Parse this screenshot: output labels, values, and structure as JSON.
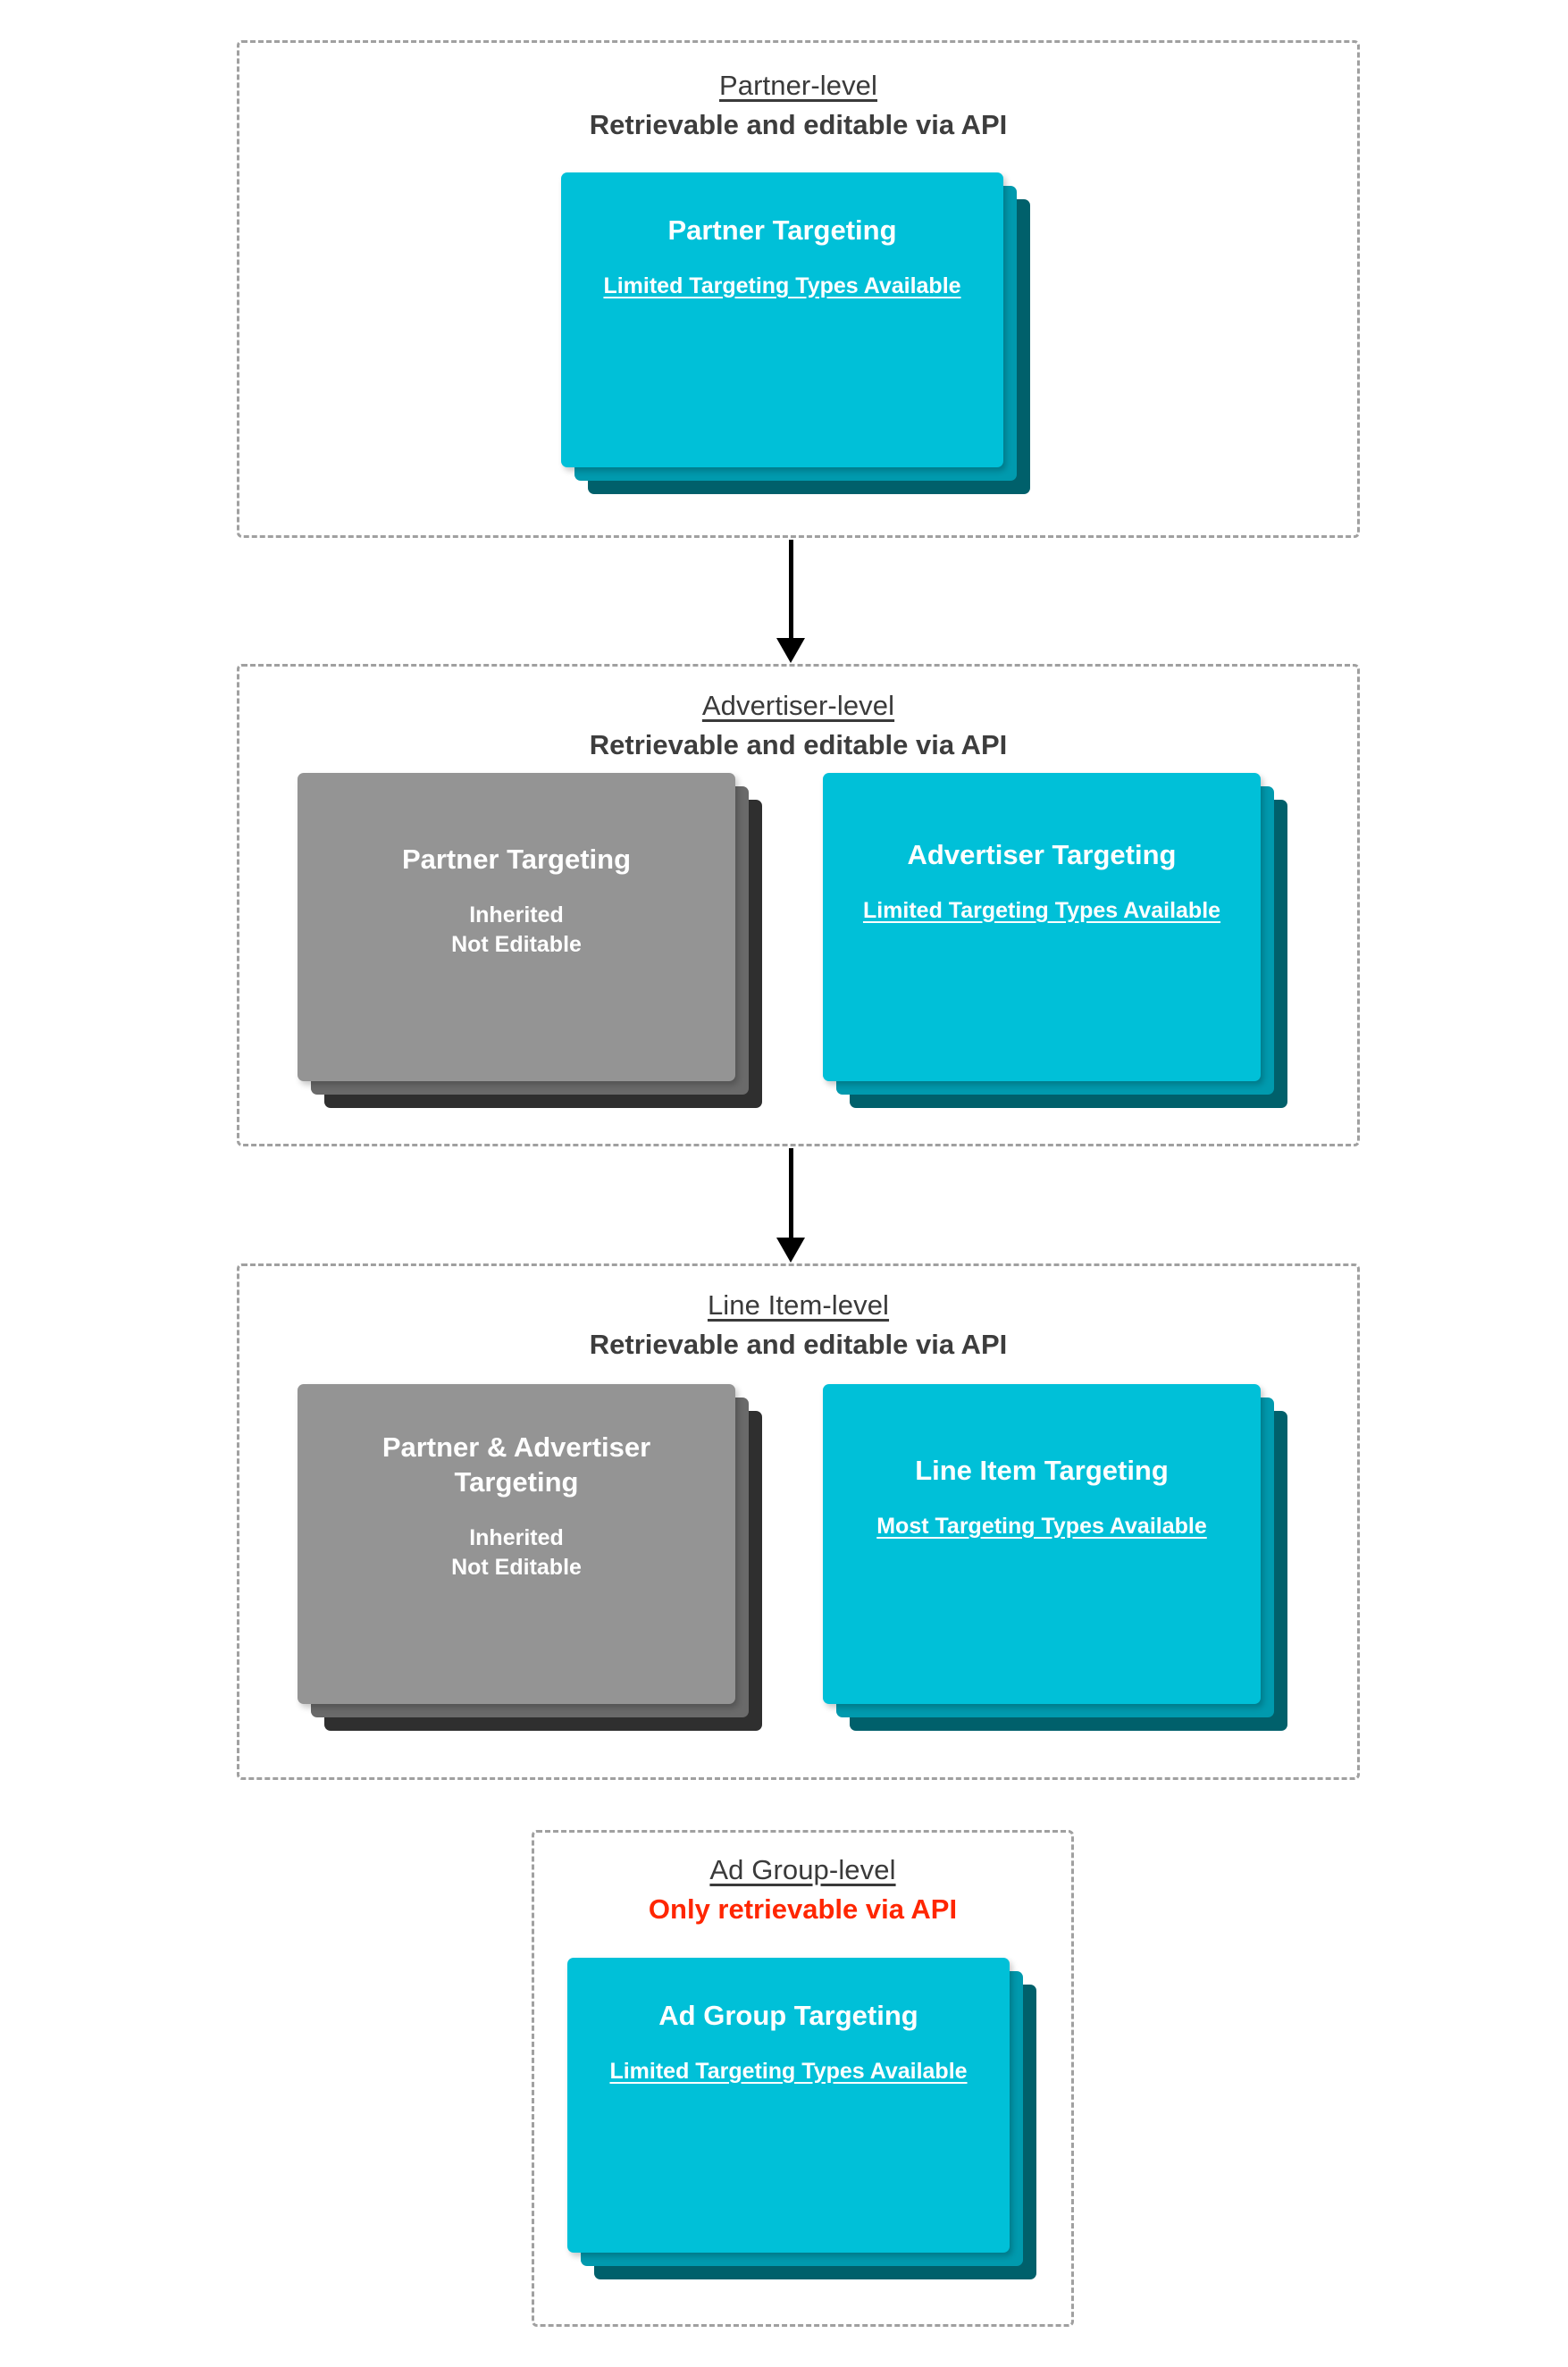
{
  "diagram": {
    "name": "Targeting inheritance across account levels",
    "accent_cyan": "#00c0d8",
    "accent_cyan_mid": "#009aae",
    "accent_cyan_dark": "#00606b",
    "gray_front": "#949494",
    "gray_mid": "#6a6a6a",
    "gray_dark": "#2f2f2f",
    "alert_color": "#ff2600",
    "border_color": "#a0a0a0"
  },
  "levels": [
    {
      "id": "partner",
      "title": "Partner-level",
      "subtitle": "Retrievable and editable via API",
      "subtitle_alert": false,
      "cards": [
        {
          "id": "partner-targeting",
          "style": "cyan",
          "title": "Partner Targeting",
          "note": "Limited Targeting Types Available",
          "note_underlined": true
        }
      ]
    },
    {
      "id": "advertiser",
      "title": "Advertiser-level",
      "subtitle": "Retrievable and editable via API",
      "subtitle_alert": false,
      "cards": [
        {
          "id": "inherited-partner-targeting",
          "style": "gray",
          "title": "Partner Targeting",
          "note": "Inherited\nNot Editable",
          "note_underlined": false
        },
        {
          "id": "advertiser-targeting",
          "style": "cyan",
          "title": "Advertiser Targeting",
          "note": "Limited Targeting Types Available",
          "note_underlined": true
        }
      ]
    },
    {
      "id": "line-item",
      "title": "Line Item-level",
      "subtitle": "Retrievable and editable via API",
      "subtitle_alert": false,
      "cards": [
        {
          "id": "inherited-partner-advertiser-targeting",
          "style": "gray",
          "title": "Partner & Advertiser Targeting",
          "note": "Inherited\nNot Editable",
          "note_underlined": false
        },
        {
          "id": "line-item-targeting",
          "style": "cyan",
          "title": "Line Item Targeting",
          "note": "Most Targeting Types Available",
          "note_underlined": true
        }
      ]
    },
    {
      "id": "ad-group",
      "title": "Ad Group-level",
      "subtitle": "Only retrievable via API",
      "subtitle_alert": true,
      "cards": [
        {
          "id": "ad-group-targeting",
          "style": "cyan",
          "title": "Ad Group Targeting",
          "note": "Limited Targeting Types Available",
          "note_underlined": true
        }
      ]
    }
  ],
  "connectors": [
    {
      "id": "partner-to-advertiser",
      "from": "partner",
      "to": "advertiser",
      "direction": "down"
    },
    {
      "id": "advertiser-to-line-item",
      "from": "advertiser",
      "to": "line-item",
      "direction": "down"
    }
  ]
}
